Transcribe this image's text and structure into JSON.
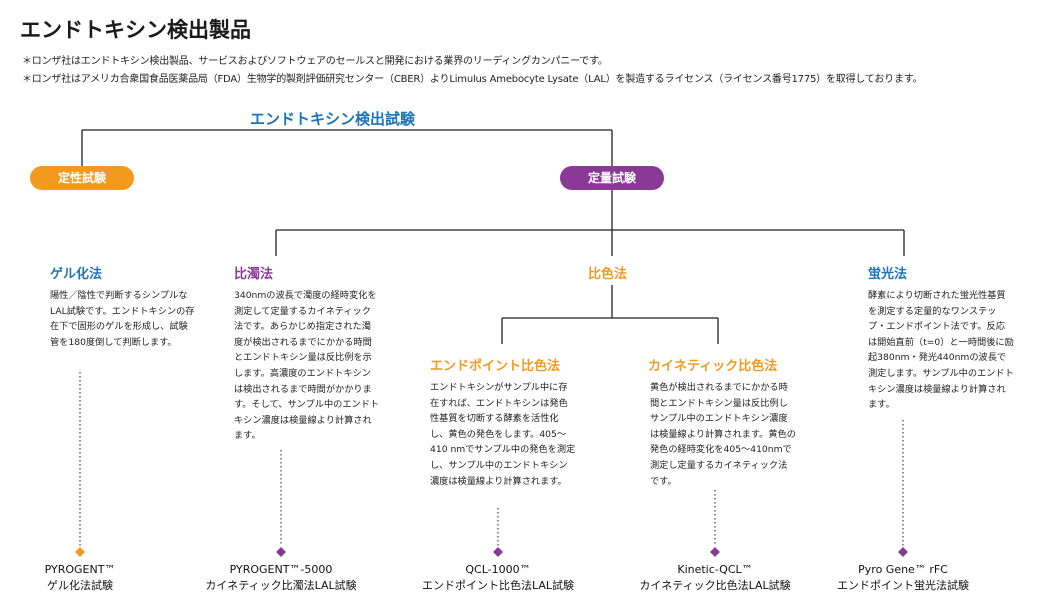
{
  "title": "エンドトキシン検出製品",
  "notes": [
    "＊ロンザ社はエンドトキシン検出製品、サービスおよびソフトウェアのセールスと開発における業界のリーディングカンパニーです。",
    "＊ロンザ社はアメリカ合衆国食品医薬品局（FDA）生物学的製剤評価研究センター（CBER）よりLimulus Amebocyte Lysate（LAL）を製造するライセンス（ライセンス番号1775）を取得しております。"
  ],
  "tree": {
    "root": "エンドトキシン検出試験",
    "qualitative": {
      "label": "定性試験",
      "color": "#f39a1e"
    },
    "quantitative": {
      "label": "定量試験",
      "color": "#8a3a96"
    }
  },
  "methods": {
    "gel": {
      "title": "ゲル化法",
      "color": "#1e73b8",
      "desc": "陽性／陰性で判断するシンプルなLAL試験です。エンドトキシンの存在下で固形のゲルを形成し、試験管を180度倒して判断します。",
      "product_line1": "PYROGENT™",
      "product_line2": "ゲル化法試験",
      "marker_color": "#f39a1e"
    },
    "turbidimetric": {
      "title": "比濁法",
      "color": "#8a3a96",
      "desc": "340nmの波長で濁度の経時変化を測定して定量するカイネティック法です。あらかじめ指定された濁度が検出されるまでにかかる時間とエンドトキシン量は反比例を示します。高濃度のエンドトキシンは検出されるまで時間がかかります。そして、サンプル中のエンドトキシン濃度は検量線より計算されます。",
      "product_line1": "PYROGENT™-5000",
      "product_line2": "カイネティック比濁法LAL試験",
      "marker_color": "#8a3a96"
    },
    "chromogenic": {
      "title": "比色法",
      "color": "#f39a1e"
    },
    "endpoint": {
      "title": "エンドポイント比色法",
      "color": "#f39a1e",
      "desc": "エンドトキシンがサンプル中に存在すれば、エンドトキシンは発色性基質を切断する酵素を活性化し、黄色の発色をします。405～410 nmでサンプル中の発色を測定し、サンプル中のエンドトキシン濃度は検量線より計算されます。",
      "product_line1": "QCL-1000™",
      "product_line2": "エンドポイント比色法LAL試験",
      "marker_color": "#8a3a96"
    },
    "kinetic": {
      "title": "カイネティック比色法",
      "color": "#f39a1e",
      "desc": "黄色が検出されるまでにかかる時間とエンドトキシン量は反比例しサンプル中のエンドトキシン濃度は検量線より計算されます。黄色の発色の経時変化を405～410nmで測定し定量するカイネティック法です。",
      "product_line1": "Kinetic-QCL™",
      "product_line2": "カイネティック比色法LAL試験",
      "marker_color": "#8a3a96"
    },
    "fluorescent": {
      "title": "蛍光法",
      "color": "#1e73b8",
      "desc": "酵素により切断された蛍光性基質を測定する定量的なワンステップ・エンドポイント法です。反応は開始直前（t=0）と一時間後に励起380nm・発光440nmの波長で測定します。サンプル中のエンドトキシン濃度は検量線より計算されます。",
      "product_line1": "Pyro Gene™ rFC",
      "product_line2": "エンドポイント蛍光法試験",
      "marker_color": "#8a3a96"
    }
  }
}
